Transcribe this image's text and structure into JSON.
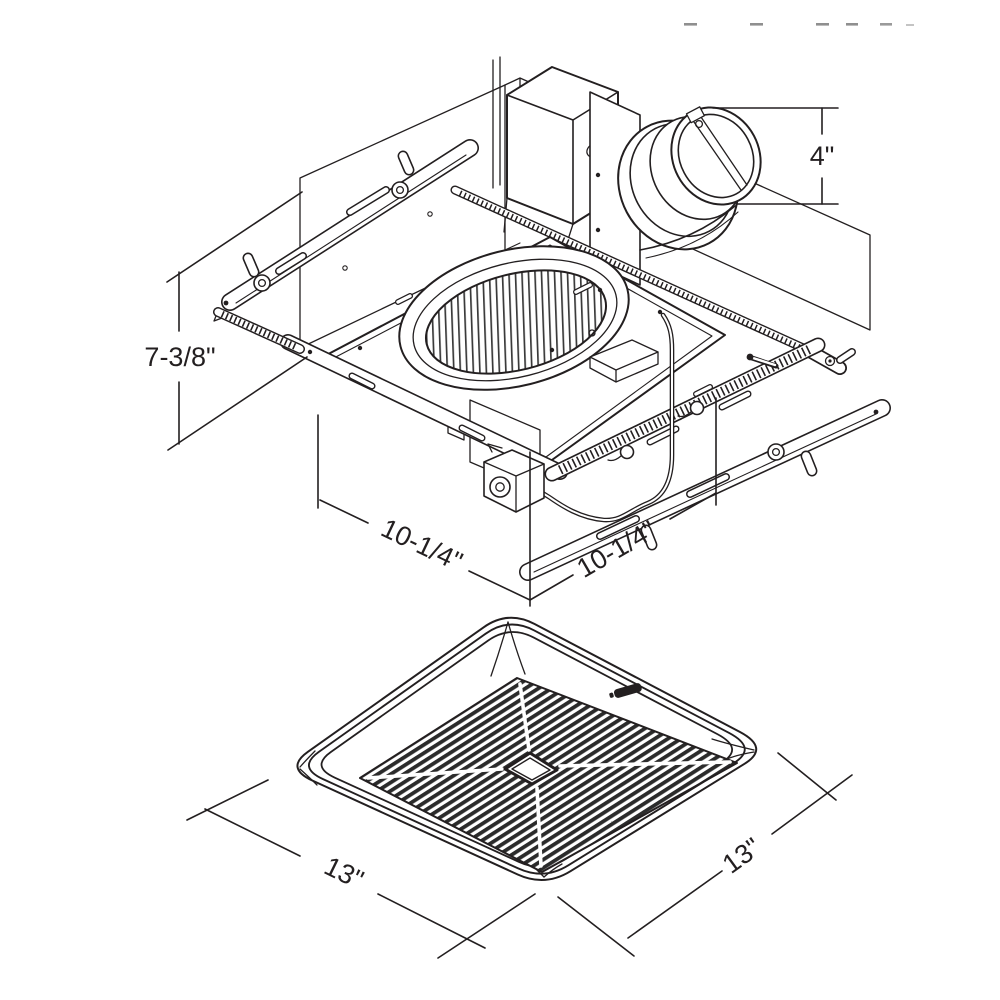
{
  "page": {
    "background": "#ffffff",
    "line_color": "#231f20",
    "faint_mark_color": "#8f8f8f"
  },
  "diagram": {
    "subject": "Ceiling ventilation fan installation drawing",
    "views": [
      {
        "id": "housing-isometric",
        "description": "Fan housing with hanger bars, wiring box and 4 inch duct connector"
      },
      {
        "id": "grille-cover",
        "description": "Square grille cover with louvered vents and center opening"
      }
    ],
    "dimensions": {
      "duct_diameter": {
        "label": "4\""
      },
      "housing_height": {
        "label": "7-3/8\""
      },
      "housing_width": {
        "label": "10-1/4\""
      },
      "housing_depth": {
        "label": "10-1/4\""
      },
      "grille_width": {
        "label": "13\""
      },
      "grille_length": {
        "label": "13\""
      }
    }
  }
}
